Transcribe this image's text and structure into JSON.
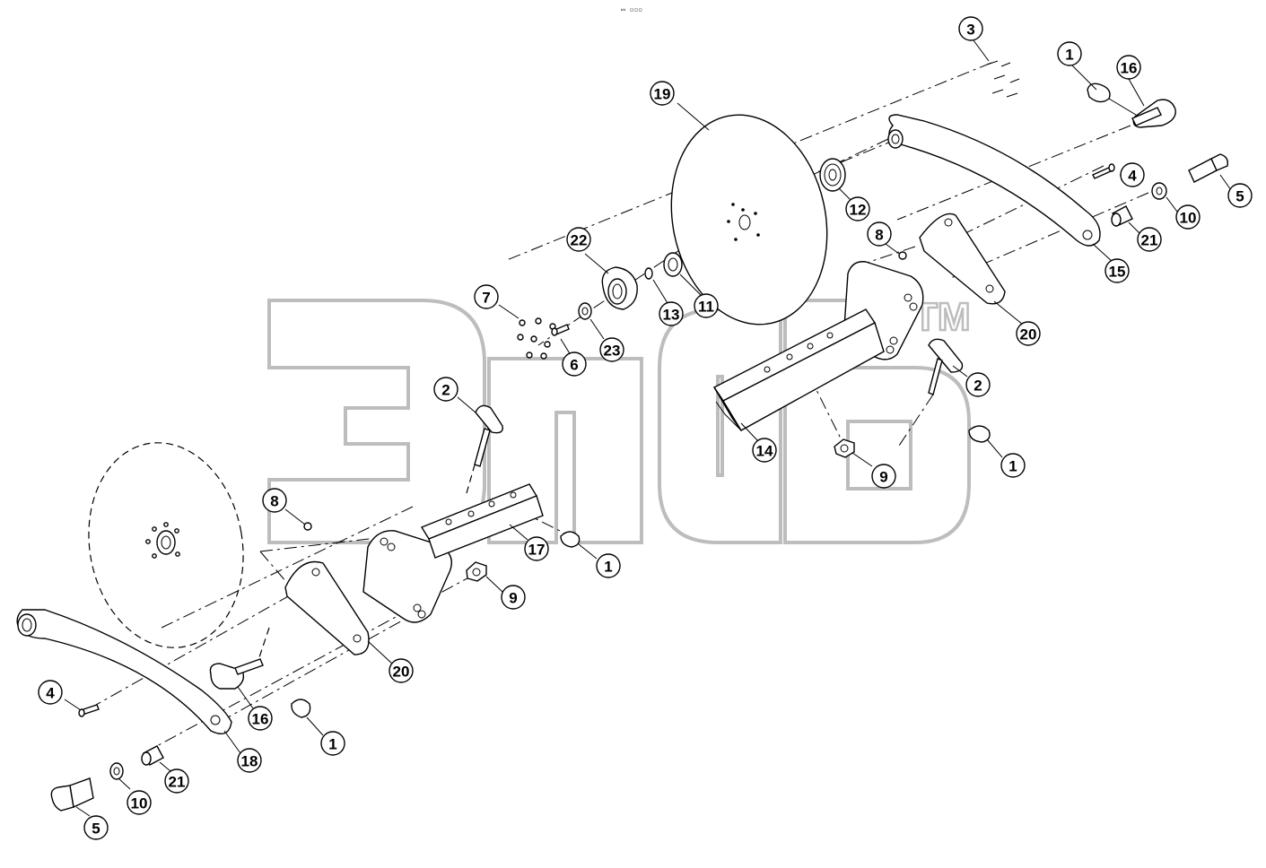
{
  "header_text": "▭ ▫▫▫",
  "watermark": {
    "text": "элаь",
    "tm": "TM",
    "color": "#9a9a9a"
  },
  "callouts": [
    {
      "id": "c1",
      "label": "1"
    },
    {
      "id": "c2",
      "label": "16"
    },
    {
      "id": "c3",
      "label": "3"
    },
    {
      "id": "c4",
      "label": "19"
    },
    {
      "id": "c5",
      "label": "12"
    },
    {
      "id": "c6",
      "label": "4"
    },
    {
      "id": "c7",
      "label": "5"
    },
    {
      "id": "c8",
      "label": "10"
    },
    {
      "id": "c9",
      "label": "21"
    },
    {
      "id": "c10",
      "label": "15"
    },
    {
      "id": "c11",
      "label": "8"
    },
    {
      "id": "c12",
      "label": "20"
    },
    {
      "id": "c13",
      "label": "22"
    },
    {
      "id": "c14",
      "label": "13"
    },
    {
      "id": "c15",
      "label": "11"
    },
    {
      "id": "c16",
      "label": "7"
    },
    {
      "id": "c17",
      "label": "6"
    },
    {
      "id": "c18",
      "label": "23"
    },
    {
      "id": "c19",
      "label": "2"
    },
    {
      "id": "c20",
      "label": "14"
    },
    {
      "id": "c21",
      "label": "9"
    },
    {
      "id": "c22",
      "label": "1"
    },
    {
      "id": "c23",
      "label": "2"
    },
    {
      "id": "c24",
      "label": "8"
    },
    {
      "id": "c25",
      "label": "17"
    },
    {
      "id": "c26",
      "label": "1"
    },
    {
      "id": "c27",
      "label": "9"
    },
    {
      "id": "c28",
      "label": "20"
    },
    {
      "id": "c29",
      "label": "4"
    },
    {
      "id": "c30",
      "label": "16"
    },
    {
      "id": "c31",
      "label": "1"
    },
    {
      "id": "c32",
      "label": "18"
    },
    {
      "id": "c33",
      "label": "21"
    },
    {
      "id": "c34",
      "label": "10"
    },
    {
      "id": "c35",
      "label": "5"
    }
  ]
}
